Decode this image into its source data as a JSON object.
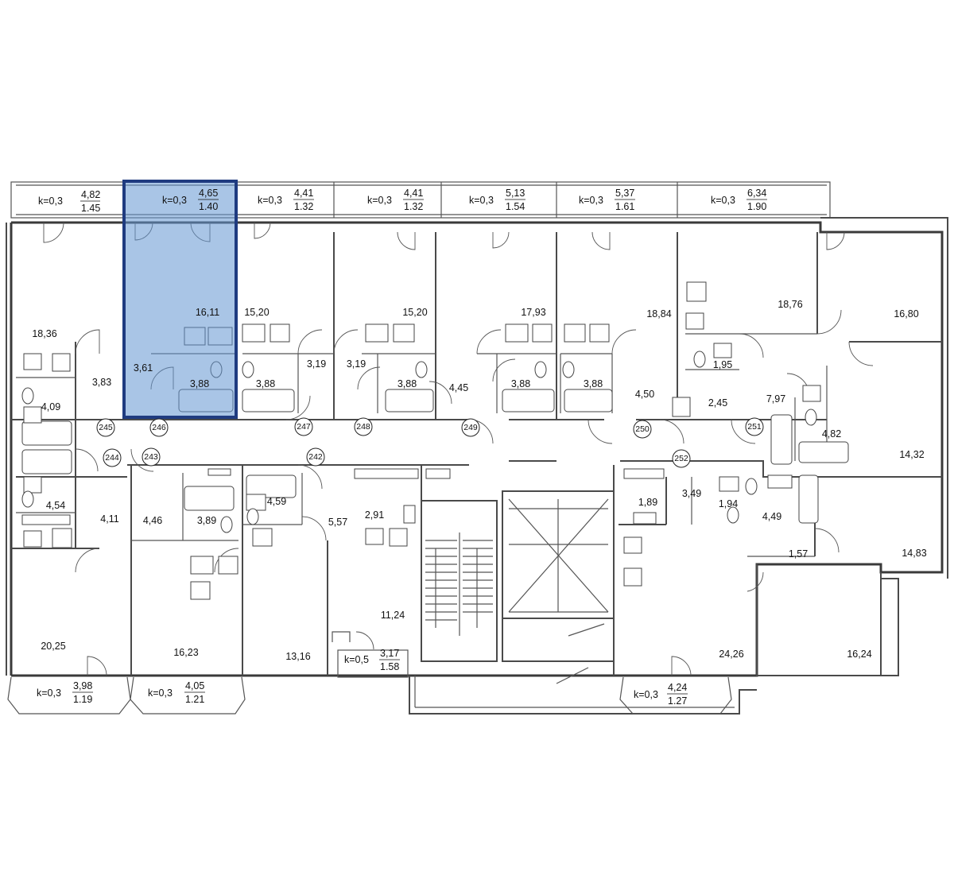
{
  "plan": {
    "selected_unit": "246",
    "colors": {
      "selection_fill": "#7aa7d9",
      "selection_border": "#1f3b80",
      "walls": "#4a4a4a",
      "background": "#ffffff"
    },
    "balconies": [
      {
        "k": "k=0,3",
        "area": "4,82",
        "reduced": "1.45"
      },
      {
        "k": "k=0,3",
        "area": "4,65",
        "reduced": "1.40"
      },
      {
        "k": "k=0,3",
        "area": "4,41",
        "reduced": "1.32"
      },
      {
        "k": "k=0,3",
        "area": "4,41",
        "reduced": "1.32"
      },
      {
        "k": "k=0,3",
        "area": "5,13",
        "reduced": "1.54"
      },
      {
        "k": "k=0,3",
        "area": "5,37",
        "reduced": "1.61"
      },
      {
        "k": "k=0,3",
        "area": "6,34",
        "reduced": "1.90"
      },
      {
        "k": "k=0,3",
        "area": "3,98",
        "reduced": "1.19"
      },
      {
        "k": "k=0,3",
        "area": "4,05",
        "reduced": "1.21"
      },
      {
        "k": "k=0,5",
        "area": "3,17",
        "reduced": "1.58"
      },
      {
        "k": "k=0,3",
        "area": "4,24",
        "reduced": "1.27"
      }
    ],
    "room_areas": [
      "18,36",
      "16,11",
      "15,20",
      "15,20",
      "17,93",
      "18,84",
      "18,76",
      "16,80",
      "3,61",
      "3,83",
      "3,88",
      "3,88",
      "3,19",
      "3,19",
      "3,88",
      "4,45",
      "3,88",
      "3,88",
      "4,50",
      "1,95",
      "4,09",
      "2,45",
      "7,97",
      "4,82",
      "14,32",
      "4,54",
      "4,11",
      "4,46",
      "3,89",
      "4,59",
      "5,57",
      "2,91",
      "1,89",
      "3,49",
      "1,94",
      "4,49",
      "1,57",
      "14,83",
      "11,24",
      "20,25",
      "16,23",
      "13,16",
      "24,26",
      "16,24"
    ],
    "unit_numbers": [
      "245",
      "246",
      "247",
      "248",
      "249",
      "250",
      "251",
      "244",
      "243",
      "242",
      "252"
    ]
  }
}
